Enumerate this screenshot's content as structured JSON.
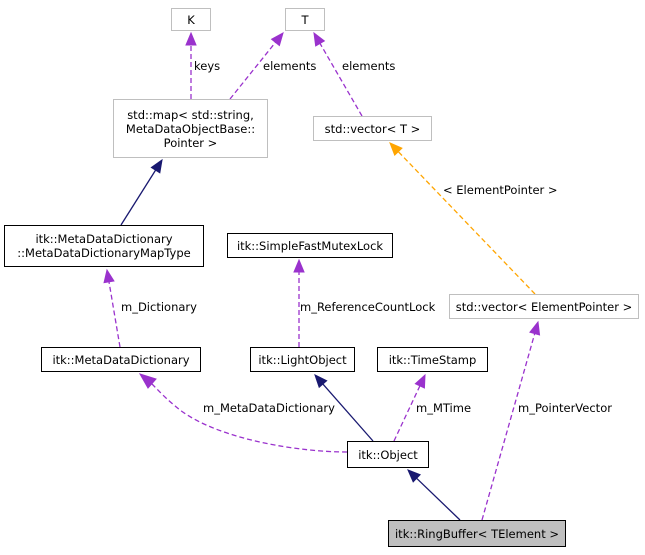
{
  "nodes": {
    "k": {
      "lines": [
        "K"
      ]
    },
    "t": {
      "lines": [
        "T"
      ]
    },
    "std_map": {
      "lines": [
        "std::map< std::string,",
        "MetaDataObjectBase::",
        "Pointer >"
      ]
    },
    "std_vector_t": {
      "lines": [
        "std::vector< T >"
      ]
    },
    "map_type": {
      "lines": [
        "itk::MetaDataDictionary",
        "::MetaDataDictionaryMapType"
      ]
    },
    "mutex_lock": {
      "lines": [
        "itk::SimpleFastMutexLock"
      ]
    },
    "std_vector_ep": {
      "lines": [
        "std::vector< ElementPointer >"
      ]
    },
    "dictionary": {
      "lines": [
        "itk::MetaDataDictionary"
      ]
    },
    "light_object": {
      "lines": [
        "itk::LightObject"
      ]
    },
    "time_stamp": {
      "lines": [
        "itk::TimeStamp"
      ]
    },
    "object": {
      "lines": [
        "itk::Object"
      ]
    },
    "ring_buffer": {
      "lines": [
        "itk::RingBuffer< TElement >"
      ]
    }
  },
  "edge_labels": {
    "keys": "keys",
    "elements_map": "elements",
    "elements_vector": "elements",
    "element_pointer": "< ElementPointer >",
    "m_dictionary": "m_Dictionary",
    "m_reference_count_lock": "m_ReferenceCountLock",
    "m_pointer_vector": "m_PointerVector",
    "m_meta_data_dictionary": "m_MetaDataDictionary",
    "m_mtime": "m_MTime"
  },
  "colors": {
    "inheritance": "#191970",
    "usage": "#9a32cd",
    "template": "#ffa500",
    "gray_border": "#bfbfbf",
    "highlight_fill": "#bfbfbf"
  }
}
